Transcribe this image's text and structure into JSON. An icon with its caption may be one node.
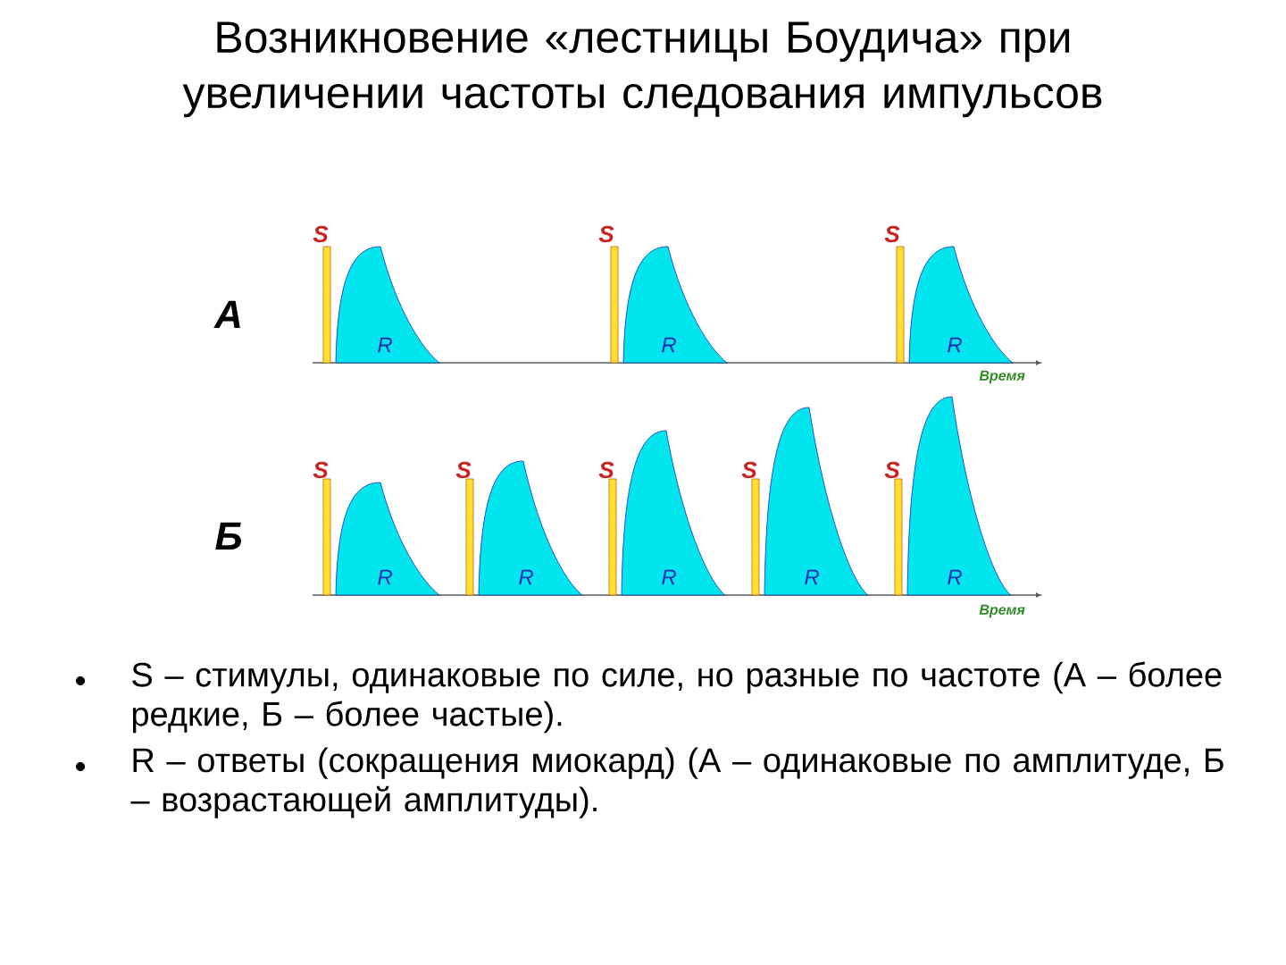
{
  "diagram": {
    "title": "Возникновение «лестницы Боудича» при увеличении частоты следования импульсов",
    "labels": [
      "S",
      "S",
      "S",
      "А",
      "R",
      "R",
      "R",
      "Время",
      "S",
      "S",
      "S",
      "S",
      "S",
      "Б",
      "R",
      "R",
      "R",
      "R",
      "R",
      "Время",
      "S – стимулы, одинаковые по силе, но разные по частоте (А – более редкие, Б – более частые).",
      "R – ответы (сокращения миокард) (А – одинаковые по амплитуде, Б – возрастающей амплитуды)."
    ]
  }
}
